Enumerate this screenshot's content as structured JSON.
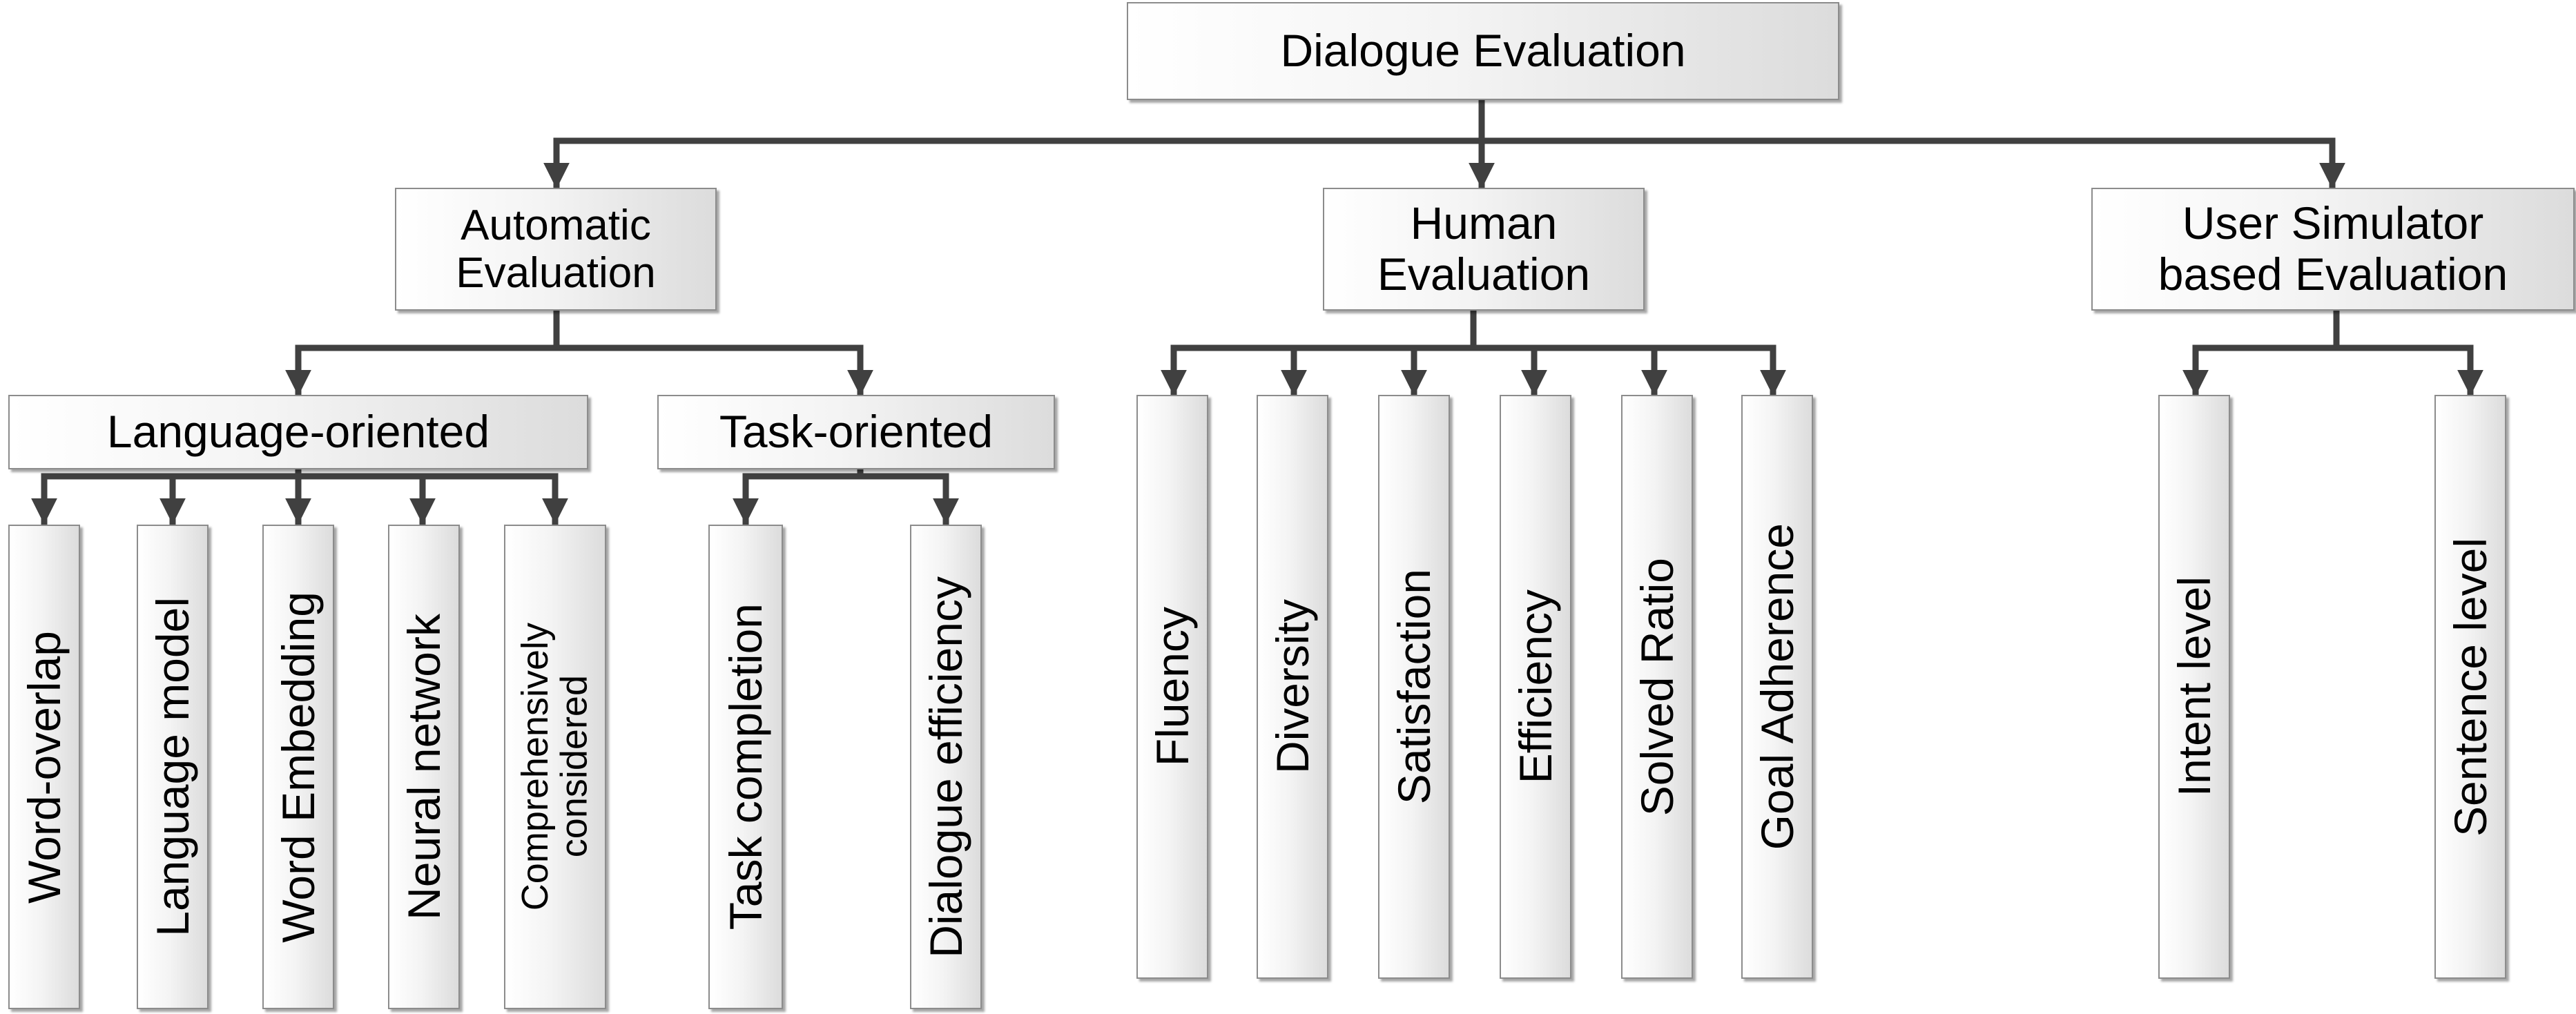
{
  "diagram": {
    "root": "Dialogue Evaluation",
    "automatic": {
      "title": "Automatic\nEvaluation",
      "language_oriented": {
        "title": "Language-oriented",
        "items": [
          "Word-overlap",
          "Language model",
          "Word Embedding",
          "Neural network",
          "Comprehensively\nconsidered"
        ]
      },
      "task_oriented": {
        "title": "Task-oriented",
        "items": [
          "Task completion",
          "Dialogue efficiency"
        ]
      }
    },
    "human": {
      "title": "Human\nEvaluation",
      "items": [
        "Fluency",
        "Diversity",
        "Satisfaction",
        "Efficiency",
        "Solved Ratio",
        "Goal Adherence"
      ]
    },
    "simulator": {
      "title": "User Simulator\nbased Evaluation",
      "items": [
        "Intent level",
        "Sentence level"
      ]
    }
  },
  "colors": {
    "line": "#404040",
    "border": "#8c8c8c",
    "text": "#000000"
  }
}
